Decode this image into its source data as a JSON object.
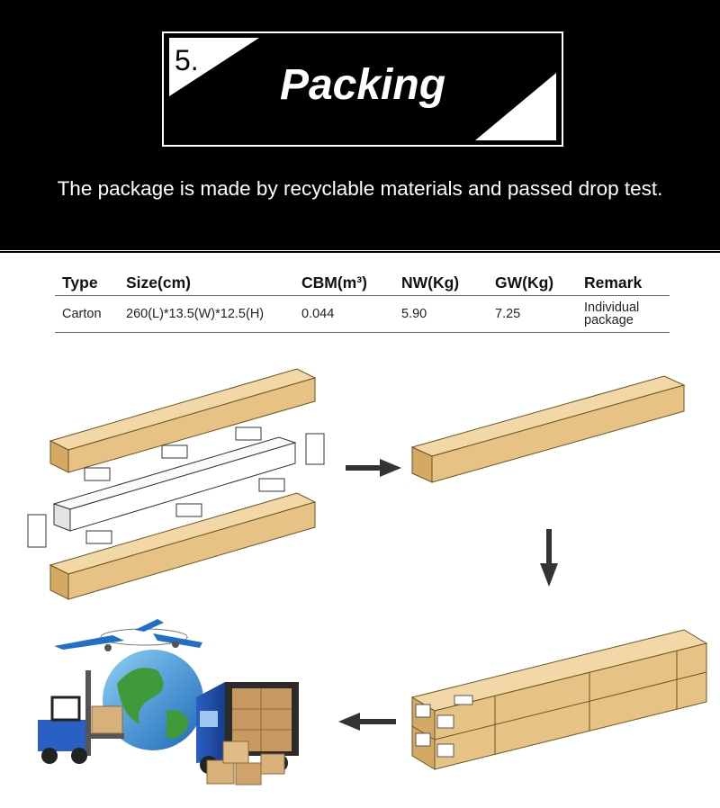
{
  "header": {
    "step": "5.",
    "title": "Packing",
    "subtitle": "The package is made by recyclable materials and passed drop test."
  },
  "table": {
    "headers": [
      "Type",
      "Size(cm)",
      "CBM(m³)",
      "NW(Kg)",
      "GW(Kg)",
      "Remark"
    ],
    "rows": [
      [
        "Carton",
        "260(L)*13.5(W)*12.5(H)",
        "0.044",
        "5.90",
        "7.25",
        "Individual package"
      ]
    ]
  },
  "colors": {
    "header_bg": "#000000",
    "header_text": "#ffffff",
    "carton_top": "#f1d8a6",
    "carton_front": "#e6c384",
    "carton_side": "#d3a963"
  },
  "illustrations": {
    "exploded_view": "carton-exploded-icon",
    "single_carton": "single-carton-icon",
    "carton_bundle": "carton-bundle-icon",
    "shipping": "shipping-logistics-icon"
  }
}
